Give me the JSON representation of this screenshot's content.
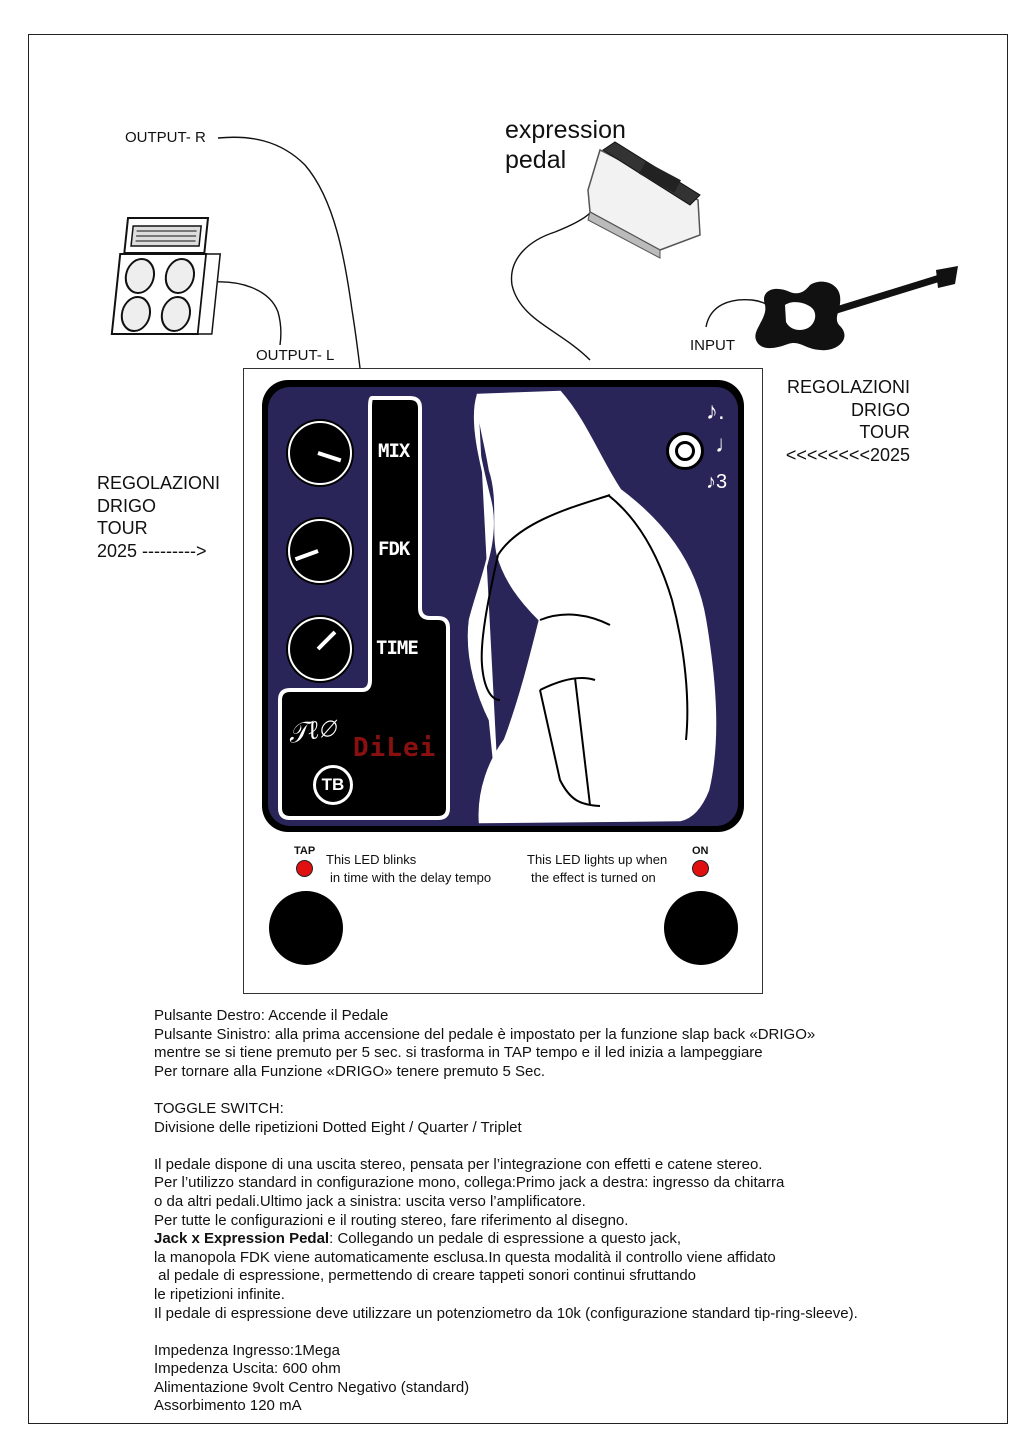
{
  "labels": {
    "output_r": "OUTPUT- R",
    "output_l": "OUTPUT- L",
    "expression_line1": "expression",
    "expression_line2": "pedal",
    "input": "INPUT"
  },
  "regolazioni_left": [
    "REGOLAZIONI",
    "DRIGO",
    "TOUR",
    "2025 --------->"
  ],
  "regolazioni_right": [
    "REGOLAZIONI",
    "DRIGO",
    "TOUR",
    "<<<<<<<<2025"
  ],
  "pedal": {
    "knobs": [
      "MIX",
      "FDK",
      "TIME"
    ],
    "brand": "DiLei",
    "toggle_notes": [
      "♪.",
      "♩",
      "♪3"
    ],
    "tap_label": "TAP",
    "on_label": "ON",
    "tap_led_text": [
      "This LED blinks",
      "in time with the delay tempo"
    ],
    "on_led_text": [
      "This LED lights up when",
      "the effect is turned on"
    ],
    "led_color": "#e01010",
    "panel_color": "#2a2558"
  },
  "description": {
    "buttons": [
      "Pulsante Destro: Accende il Pedale",
      "Pulsante Sinistro: alla prima accensione del pedale è impostato per la funzione slap back «DRIGO»",
      "mentre se si tiene premuto per 5 sec. si trasforma in TAP tempo e il led inizia a lampeggiare",
      "Per tornare alla Funzione «DRIGO» tenere premuto 5 Sec."
    ],
    "toggle": [
      "TOGGLE SWITCH:",
      "Divisione delle ripetizioni Dotted Eight / Quarter / Triplet"
    ],
    "stereo": [
      "Il pedale dispone di una uscita stereo, pensata per l’integrazione con effetti e catene stereo.",
      "Per l’utilizzo standard in configurazione mono, collega:Primo jack a destra: ingresso da chitarra",
      "o da altri pedali.Ultimo jack a sinistra: uscita verso l’amplificatore.",
      "Per tutte le configurazioni e il routing stereo, fare riferimento al disegno."
    ],
    "expr_bold": "Jack x Expression Pedal",
    "expr_first": ": Collegando un pedale di espressione a questo jack,",
    "expr_rest": [
      "la manopola FDK viene automaticamente esclusa.In questa modalità il controllo viene affidato",
      " al pedale di espressione, permettendo di creare tappeti sonori continui sfruttando",
      "le ripetizioni infinite.",
      "Il pedale di espressione deve utilizzare un potenziometro da 10k (configurazione standard tip-ring-sleeve)."
    ],
    "specs": [
      "Impedenza Ingresso:1Mega",
      "Impedenza Uscita: 600 ohm",
      "Alimentazione 9volt Centro Negativo (standard)",
      "Assorbimento 120 mA"
    ]
  }
}
